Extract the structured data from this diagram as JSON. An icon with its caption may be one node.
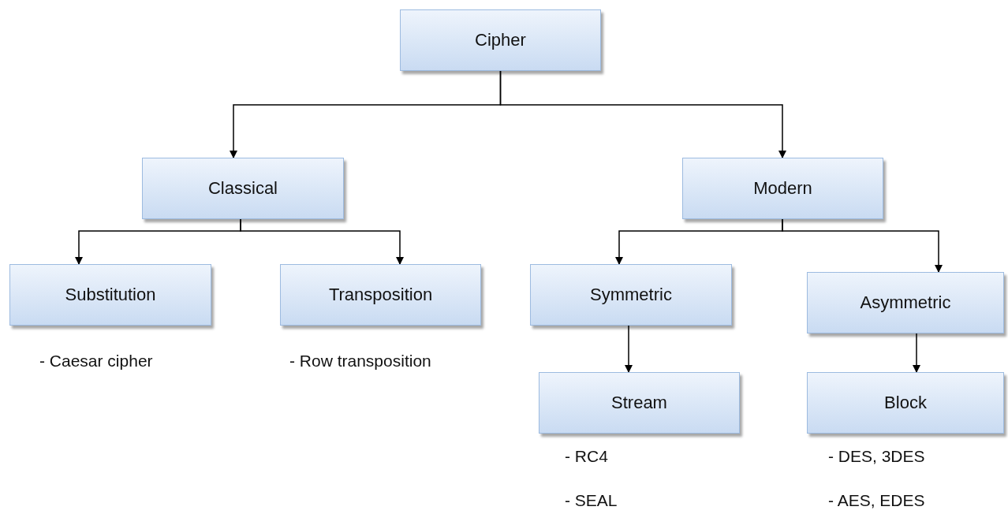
{
  "diagram": {
    "nodes": [
      {
        "text": [
          "Cipher"
        ]
      },
      {
        "text": [
          "Classical"
        ]
      },
      {
        "text": [
          "Modern"
        ]
      },
      {
        "text": [
          "Substitution"
        ],
        "beside": [
          "- Caesar cipher"
        ]
      },
      {
        "text": [
          "Transposition"
        ],
        "beside": [
          "- Row transposition"
        ]
      },
      {
        "text": [
          "Symmetric"
        ]
      },
      {
        "text": [
          "Asymmetric"
        ]
      },
      {
        "text": [
          "Stream"
        ],
        "beside": [
          "- RC4",
          "- SEAL"
        ]
      },
      {
        "text": [
          "Block"
        ],
        "beside": [
          "- DES, 3DES",
          "- AES, EDES"
        ]
      }
    ],
    "edges": [
      {
        "from": 0,
        "to": 1,
        "arrow": "to"
      },
      {
        "from": 0,
        "to": 2,
        "arrow": "to"
      },
      {
        "from": 1,
        "to": 3,
        "arrow": "to"
      },
      {
        "from": 1,
        "to": 4,
        "arrow": "to"
      },
      {
        "from": 2,
        "to": 5,
        "arrow": "to"
      },
      {
        "from": 2,
        "to": 6,
        "arrow": "to"
      },
      {
        "from": 5,
        "to": 7,
        "arrow": "to"
      },
      {
        "from": 6,
        "to": 8,
        "arrow": "to"
      }
    ]
  }
}
